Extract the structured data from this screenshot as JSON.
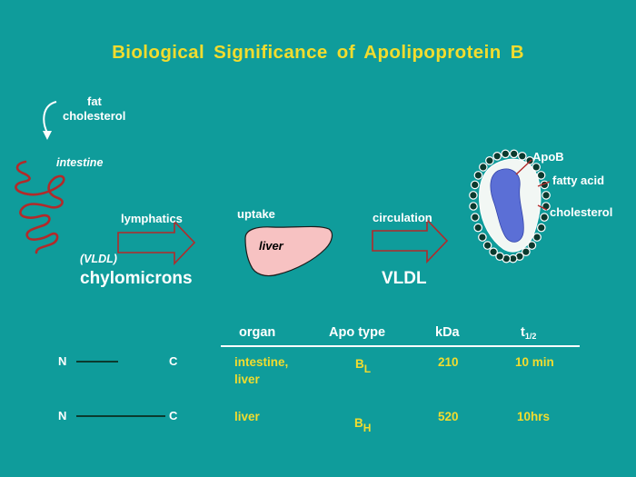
{
  "title": "Biological Significance of Apolipoprotein B",
  "diagram": {
    "inputs_top": "fat",
    "inputs_bottom": "cholesterol",
    "intestine": "intestine",
    "lymphatics": "lymphatics",
    "vldl_paren": "(VLDL)",
    "chylomicrons": "chylomicrons",
    "uptake": "uptake",
    "liver": "liver",
    "circulation": "circulation",
    "vldl": "VLDL",
    "particle_labels": {
      "apob": "ApoB",
      "fatty_acid": "fatty acid",
      "cholesterol": "cholesterol"
    }
  },
  "table": {
    "headers": {
      "organ": "organ",
      "apo_type": "Apo type",
      "kda": "kDa",
      "t_half_main": "t",
      "t_half_sub": "1/2"
    },
    "rows": [
      {
        "n": "N",
        "c": "C",
        "organ_line1": "intestine,",
        "organ_line2": "liver",
        "apo_main": "B",
        "apo_sub": "L",
        "kda": "210",
        "t_half": "10 min"
      },
      {
        "n": "N",
        "c": "C",
        "organ_line1": "liver",
        "organ_line2": "",
        "apo_main": "B",
        "apo_sub": "H",
        "kda": "520",
        "t_half": "10hrs"
      }
    ]
  },
  "colors": {
    "background": "#0f9c9b",
    "title": "#f2dc2e",
    "arrow_outline": "#b22a2a",
    "intestine": "#b22a2a",
    "liver_fill": "#f7c2c2",
    "particle_core": "#5b6fd6",
    "particle_dots": "#0b3a2e"
  }
}
